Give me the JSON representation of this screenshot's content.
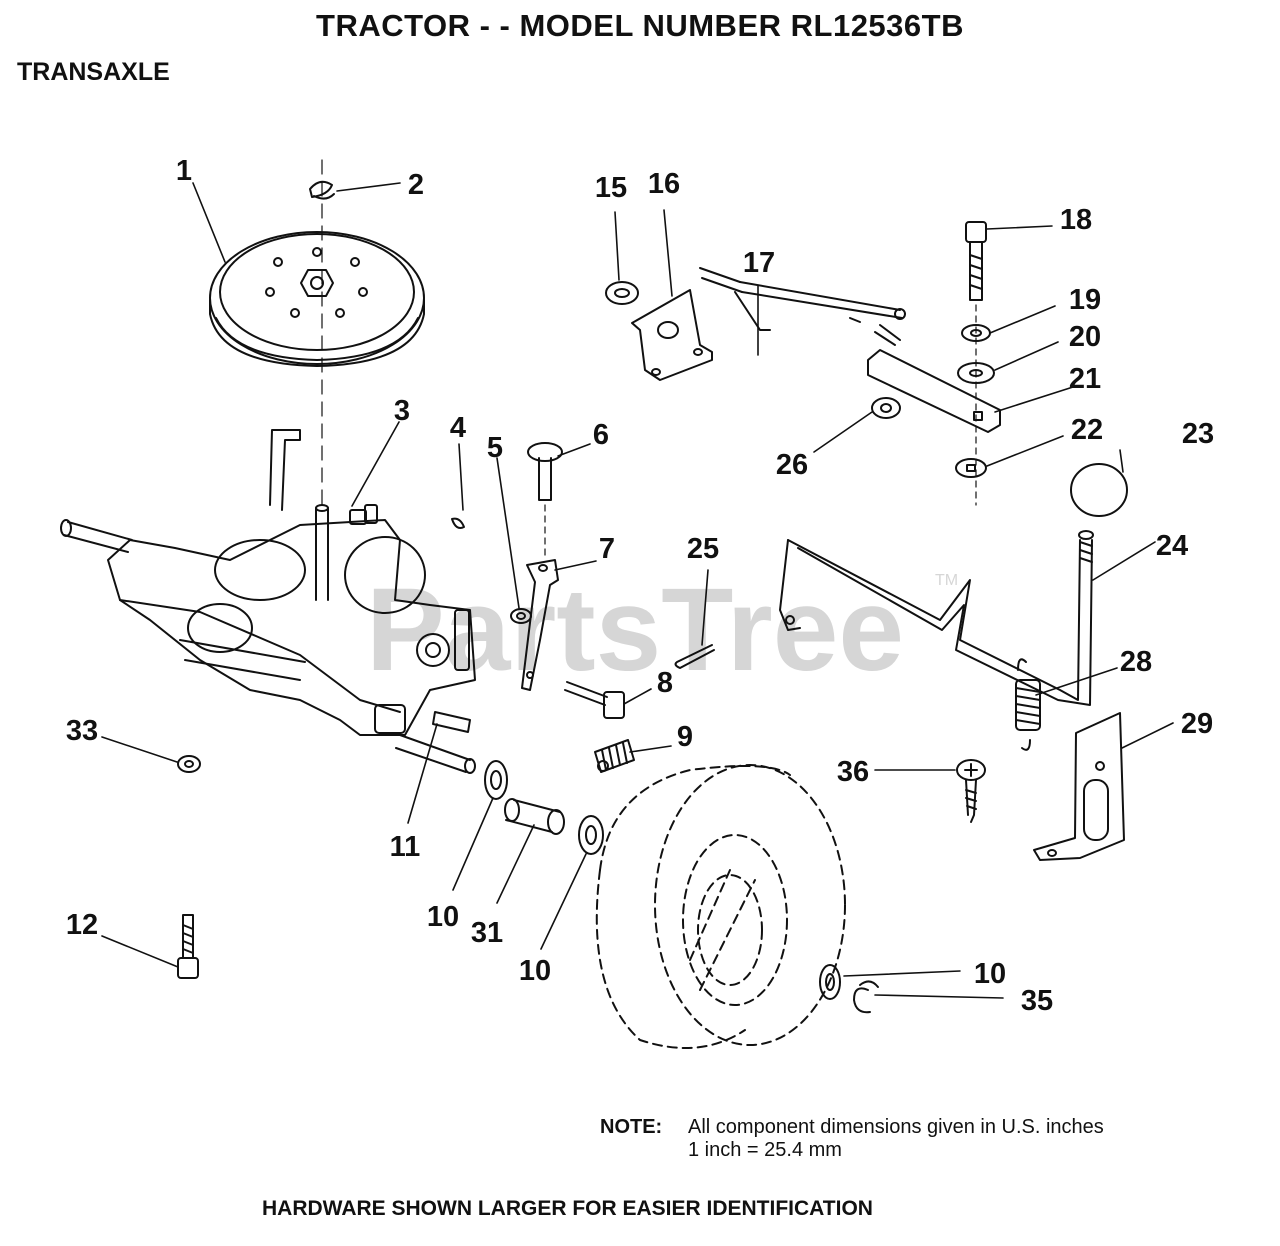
{
  "header": {
    "title": "TRACTOR - - MODEL NUMBER RL12536TB",
    "section": "TRANSAXLE"
  },
  "watermark": {
    "text": "PartsTree",
    "tm": "TM",
    "color": "#d6d6d6"
  },
  "callouts": [
    {
      "id": "p1",
      "label": "1"
    },
    {
      "id": "p2",
      "label": "2"
    },
    {
      "id": "p3",
      "label": "3"
    },
    {
      "id": "p4",
      "label": "4"
    },
    {
      "id": "p5",
      "label": "5"
    },
    {
      "id": "p6",
      "label": "6"
    },
    {
      "id": "p7",
      "label": "7"
    },
    {
      "id": "p8",
      "label": "8"
    },
    {
      "id": "p9",
      "label": "9"
    },
    {
      "id": "p10a",
      "label": "10"
    },
    {
      "id": "p10b",
      "label": "10"
    },
    {
      "id": "p10c",
      "label": "10"
    },
    {
      "id": "p11",
      "label": "11"
    },
    {
      "id": "p12",
      "label": "12"
    },
    {
      "id": "p15",
      "label": "15"
    },
    {
      "id": "p16",
      "label": "16"
    },
    {
      "id": "p17",
      "label": "17"
    },
    {
      "id": "p18",
      "label": "18"
    },
    {
      "id": "p19",
      "label": "19"
    },
    {
      "id": "p20",
      "label": "20"
    },
    {
      "id": "p21",
      "label": "21"
    },
    {
      "id": "p22",
      "label": "22"
    },
    {
      "id": "p23",
      "label": "23"
    },
    {
      "id": "p24",
      "label": "24"
    },
    {
      "id": "p25",
      "label": "25"
    },
    {
      "id": "p26",
      "label": "26"
    },
    {
      "id": "p28",
      "label": "28"
    },
    {
      "id": "p29",
      "label": "29"
    },
    {
      "id": "p31",
      "label": "31"
    },
    {
      "id": "p33",
      "label": "33"
    },
    {
      "id": "p35",
      "label": "35"
    },
    {
      "id": "p36",
      "label": "36"
    }
  ],
  "note": {
    "label": "NOTE:",
    "line1": "All component dimensions given in U.S. inches",
    "line2": "1 inch = 25.4 mm"
  },
  "footer": "HARDWARE SHOWN LARGER FOR EASIER IDENTIFICATION"
}
